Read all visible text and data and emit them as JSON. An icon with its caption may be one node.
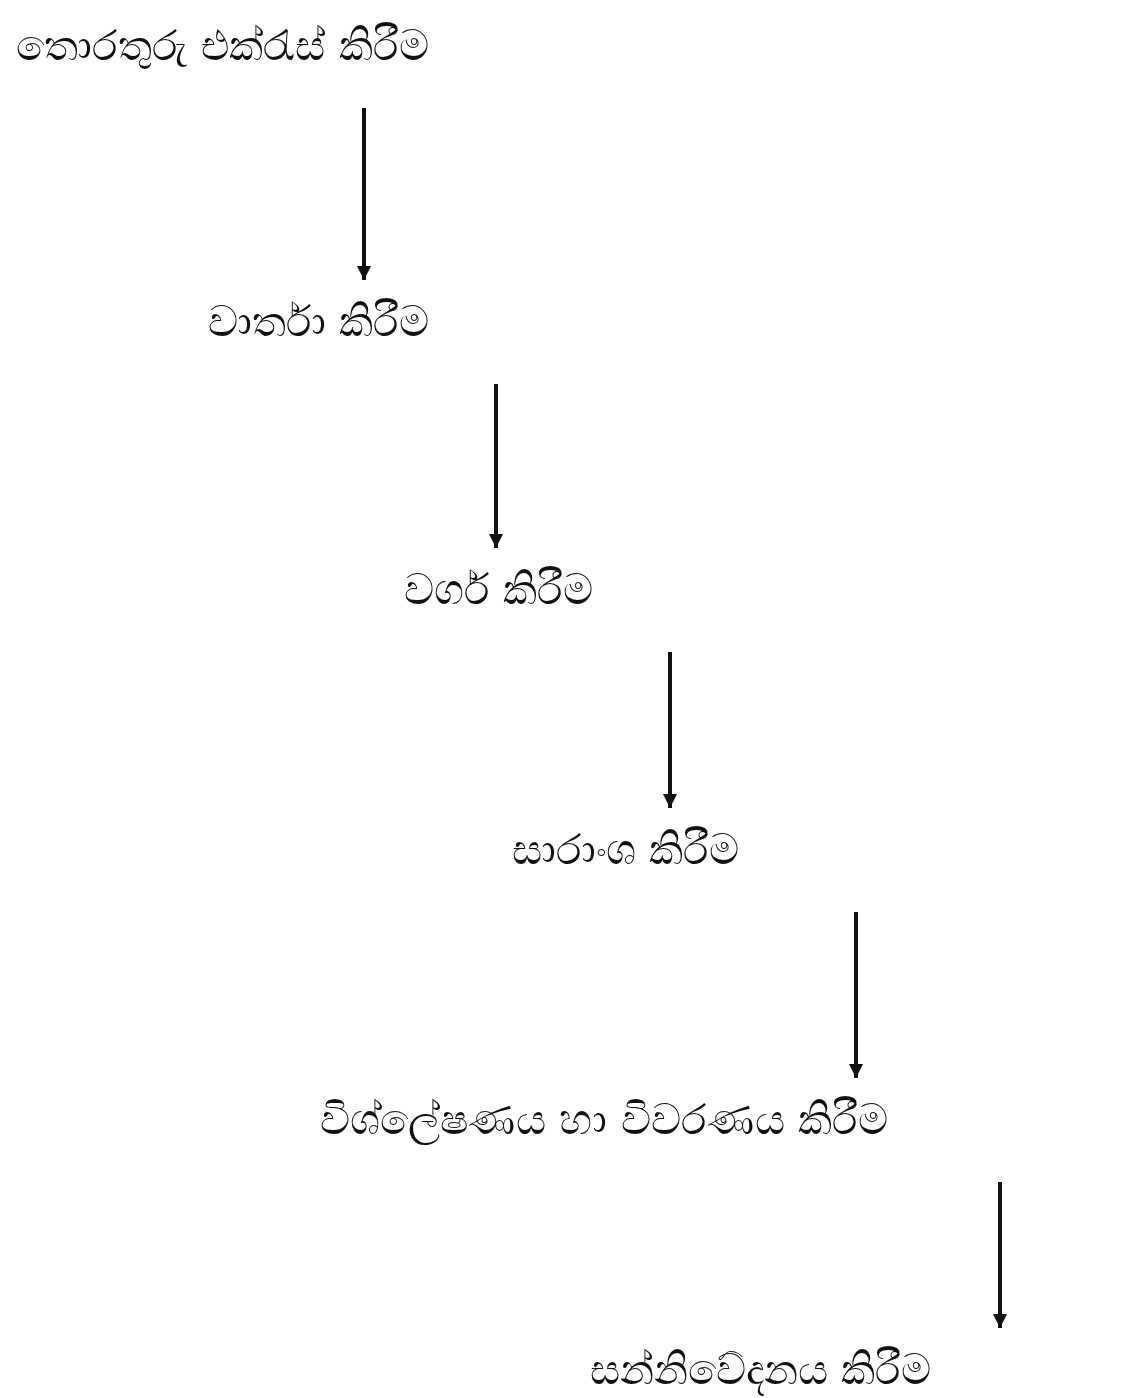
{
  "diagram": {
    "nodes": [
      {
        "text": [
          "තොරතුරු එක්රැස් කිරීම"
        ]
      },
      {
        "text": [
          "වාර්තා කිරීම"
        ]
      },
      {
        "text": [
          "වර්ග කිරීම"
        ]
      },
      {
        "text": [
          "සාරාංශ කිරීම"
        ]
      },
      {
        "text": [
          "විශ්ලේෂණය හා විවරණය කිරීම"
        ]
      },
      {
        "text": [
          "සන්නිවේදනය කිරීම"
        ]
      }
    ],
    "edges": [
      {
        "from": 0,
        "to": 1,
        "arrow": "to"
      },
      {
        "from": 1,
        "to": 2,
        "arrow": "to"
      },
      {
        "from": 2,
        "to": 3,
        "arrow": "to"
      },
      {
        "from": 3,
        "to": 4,
        "arrow": "to"
      },
      {
        "from": 4,
        "to": 5,
        "arrow": "to"
      }
    ]
  }
}
